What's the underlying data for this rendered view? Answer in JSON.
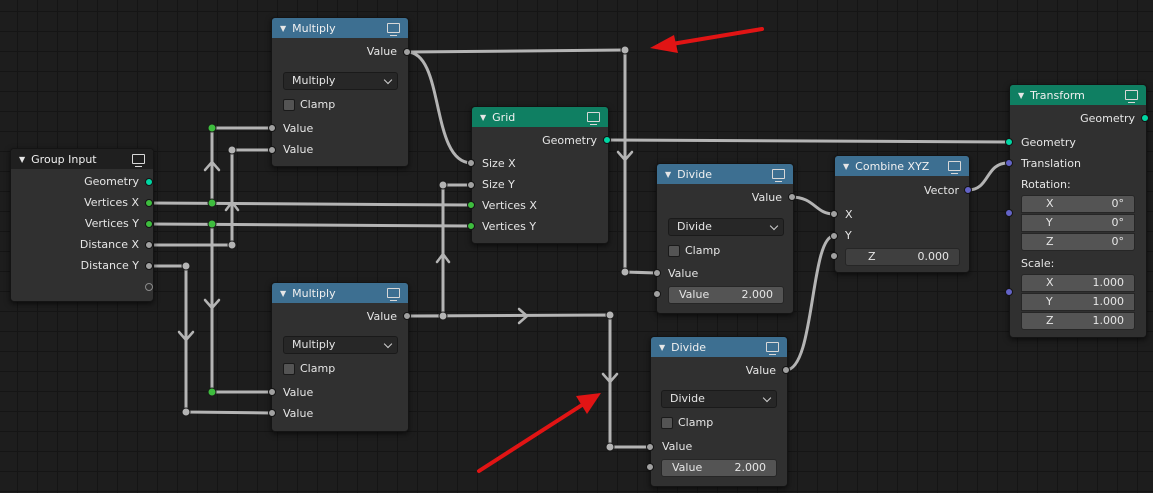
{
  "colors": {
    "background": "#1d1d1d",
    "math_header": "#3d6f91",
    "geometry_header": "#0f7f62",
    "socket_float": "#a1a1a1",
    "socket_geometry": "#00d6a3",
    "socket_int": "#3ebd3e",
    "socket_vector": "#6363c7",
    "wire": "#b4b4b4",
    "arrow": "#e11414"
  },
  "nodes": {
    "multiply_top": {
      "title": "Multiply",
      "output_value": "Value",
      "operation": "Multiply",
      "clamp": "Clamp",
      "input_1": "Value",
      "input_2": "Value"
    },
    "multiply_bottom": {
      "title": "Multiply",
      "output_value": "Value",
      "operation": "Multiply",
      "clamp": "Clamp",
      "input_1": "Value",
      "input_2": "Value"
    },
    "group_input": {
      "title": "Group Input",
      "outputs": [
        "Geometry",
        "Vertices X",
        "Vertices Y",
        "Distance X",
        "Distance Y"
      ]
    },
    "grid": {
      "title": "Grid",
      "output_geometry": "Geometry",
      "inputs": [
        "Size X",
        "Size Y",
        "Vertices X",
        "Vertices Y"
      ]
    },
    "divide_top": {
      "title": "Divide",
      "output_value": "Value",
      "operation": "Divide",
      "clamp": "Clamp",
      "input_value": "Value",
      "field_label": "Value",
      "field_value": "2.000"
    },
    "divide_bottom": {
      "title": "Divide",
      "output_value": "Value",
      "operation": "Divide",
      "clamp": "Clamp",
      "input_value": "Value",
      "field_label": "Value",
      "field_value": "2.000"
    },
    "combine_xyz": {
      "title": "Combine XYZ",
      "output_vector": "Vector",
      "input_x": "X",
      "input_y": "Y",
      "z_label": "Z",
      "z_value": "0.000"
    },
    "transform": {
      "title": "Transform",
      "output_geometry": "Geometry",
      "input_geometry": "Geometry",
      "input_translation": "Translation",
      "rotation_label": "Rotation:",
      "rotation": [
        {
          "axis": "X",
          "value": "0°"
        },
        {
          "axis": "Y",
          "value": "0°"
        },
        {
          "axis": "Z",
          "value": "0°"
        }
      ],
      "scale_label": "Scale:",
      "scale": [
        {
          "axis": "X",
          "value": "1.000"
        },
        {
          "axis": "Y",
          "value": "1.000"
        },
        {
          "axis": "Z",
          "value": "1.000"
        }
      ]
    }
  },
  "icons": {
    "collapse": "triangle-down-icon",
    "preview": "monitor-icon",
    "dropdown": "chevron-down-icon",
    "annotation": "red-arrow-icon"
  }
}
